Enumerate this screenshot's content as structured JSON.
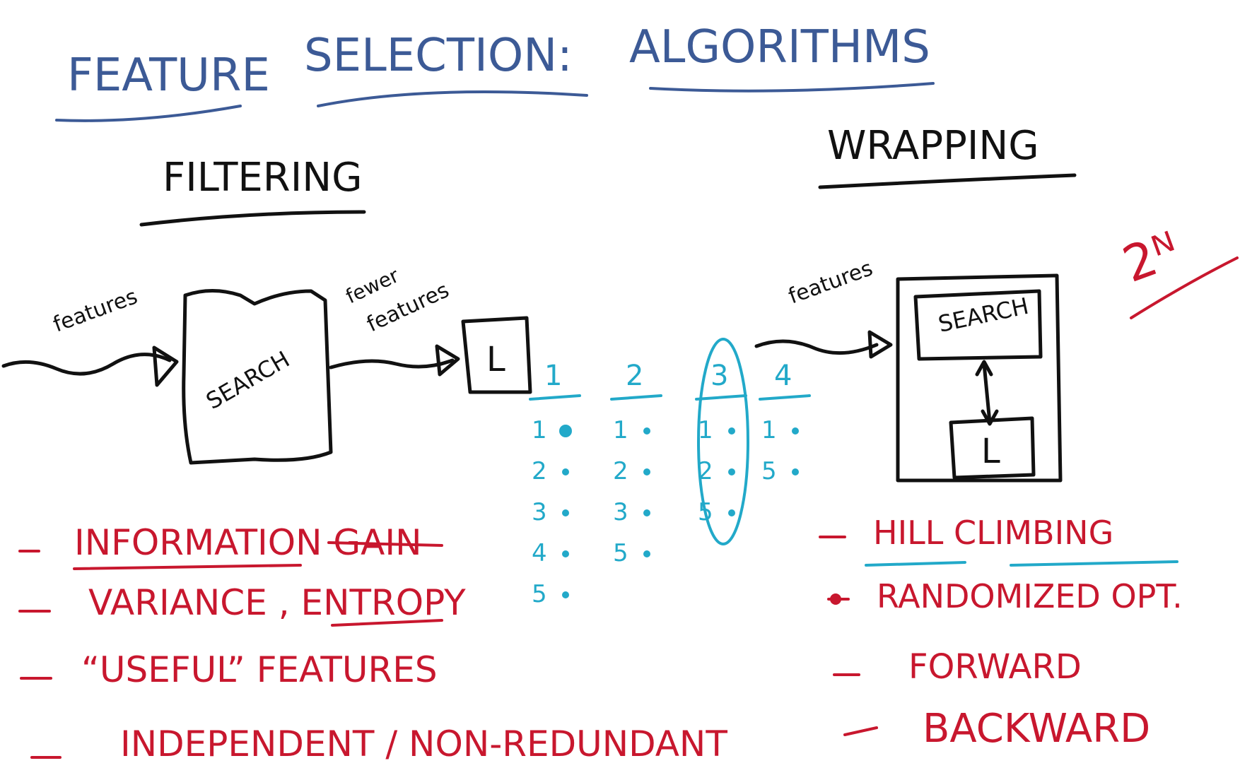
{
  "title": {
    "word1": "FEATURE",
    "word2": "SELECTION:",
    "word3": "ALGORITHMS"
  },
  "filtering": {
    "heading": "FILTERING",
    "input_label": "features",
    "search_label": "SEARCH",
    "output_label_1": "fewer",
    "output_label_2": "features",
    "learner_label": "L",
    "criteria": [
      "INFORMATION GAIN",
      "VARIANCE , ENTROPY",
      "“USEFUL” FEATURES",
      "INDEPENDENT / NON-REDUNDANT"
    ]
  },
  "wrapping": {
    "heading": "WRAPPING",
    "input_label": "features",
    "search_label": "SEARCH",
    "learner_label": "L",
    "complexity": "2ᴺ",
    "methods": [
      "HILL CLIMBING",
      "RANDOMIZED OPT.",
      "FORWARD",
      "BACKWARD"
    ]
  },
  "feature_columns": [
    {
      "header": "1",
      "items": [
        "1",
        "2",
        "3",
        "4",
        "5"
      ]
    },
    {
      "header": "2",
      "items": [
        "1",
        "2",
        "3",
        "5"
      ]
    },
    {
      "header": "3",
      "items": [
        "1",
        "2",
        "5"
      ]
    },
    {
      "header": "4",
      "items": [
        "1",
        "5"
      ]
    }
  ],
  "colors": {
    "title": "#3c5a96",
    "structure": "#111111",
    "lists": "#c8172e",
    "columns": "#22a9c9"
  }
}
